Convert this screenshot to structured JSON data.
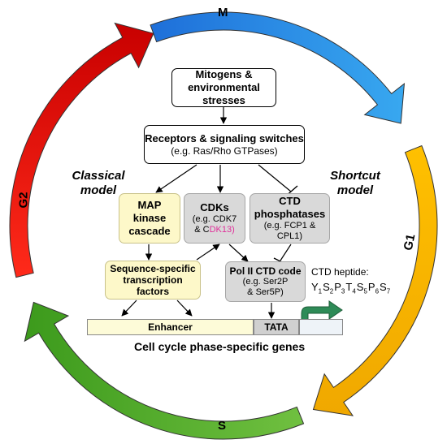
{
  "phases": {
    "m": "M",
    "g1": "G1",
    "s": "S",
    "g2": "G2"
  },
  "models": {
    "classical": [
      "Classical",
      "model"
    ],
    "shortcut": [
      "Shortcut",
      "model"
    ]
  },
  "boxes": {
    "mitogens": [
      "Mitogens &",
      "environmental",
      "stresses"
    ],
    "receptors": {
      "title": "Receptors & signaling switches",
      "example": "(e.g. Ras/Rho GTPases)"
    },
    "map": [
      "MAP",
      "kinase",
      "cascade"
    ],
    "cdks": {
      "title": "CDKs",
      "example_1": "(e.g. CDK7",
      "example_2_a": "& C",
      "example_2_b": "DK13)"
    },
    "ctd_phosphatases": {
      "title": [
        "CTD",
        "phosphatases"
      ],
      "example": "(e.g. FCP1 & CPL1)"
    },
    "tf": [
      "Sequence-specific",
      "transcription",
      "factors"
    ],
    "polii": {
      "title": "Pol II CTD code",
      "example": [
        "(e.g. Ser2P",
        "& Ser5P)"
      ]
    },
    "enhancer": "Enhancer",
    "tata": "TATA"
  },
  "ctd_heptide": {
    "label": "CTD heptide:",
    "residues": [
      {
        "aa": "Y",
        "n": "1"
      },
      {
        "aa": "S",
        "n": "2"
      },
      {
        "aa": "P",
        "n": "3"
      },
      {
        "aa": "T",
        "n": "4"
      },
      {
        "aa": "S",
        "n": "5"
      },
      {
        "aa": "P",
        "n": "6"
      },
      {
        "aa": "S",
        "n": "7"
      }
    ]
  },
  "footer_title": "Cell cycle phase-specific genes",
  "colors": {
    "m_arrow": [
      "#1e6fd9",
      "#38a8f0"
    ],
    "g1_arrow": [
      "#ffc000",
      "#f0a800"
    ],
    "s_arrow": [
      "#70c040",
      "#3c9a1c"
    ],
    "g2_arrow": [
      "#ff2a1a",
      "#c80000"
    ],
    "yellow_box": "#fdf8c9",
    "grey_box": "#d9d9d9",
    "gene_arrow": "#2e8b57"
  }
}
